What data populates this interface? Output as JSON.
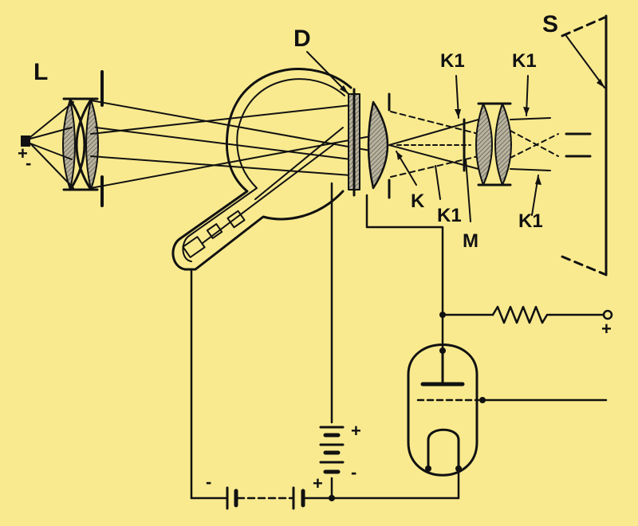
{
  "colors": {
    "background": "#f9ea8f",
    "ink": "#111111",
    "lens_fill": "#8e8a78"
  },
  "labels": {
    "lamp": "L",
    "disc": "D",
    "screen": "S",
    "k1_a": "K1",
    "k1_b": "K1",
    "k1_c": "K1",
    "k1_d": "K1",
    "k": "K",
    "m": "M"
  },
  "signs": {
    "lamp_plus": "+",
    "lamp_minus": "-",
    "battery_v_plus": "+",
    "battery_v_minus": "-",
    "battery_h_minus": "-",
    "battery_h_plus": "+",
    "output_plus": "+"
  }
}
